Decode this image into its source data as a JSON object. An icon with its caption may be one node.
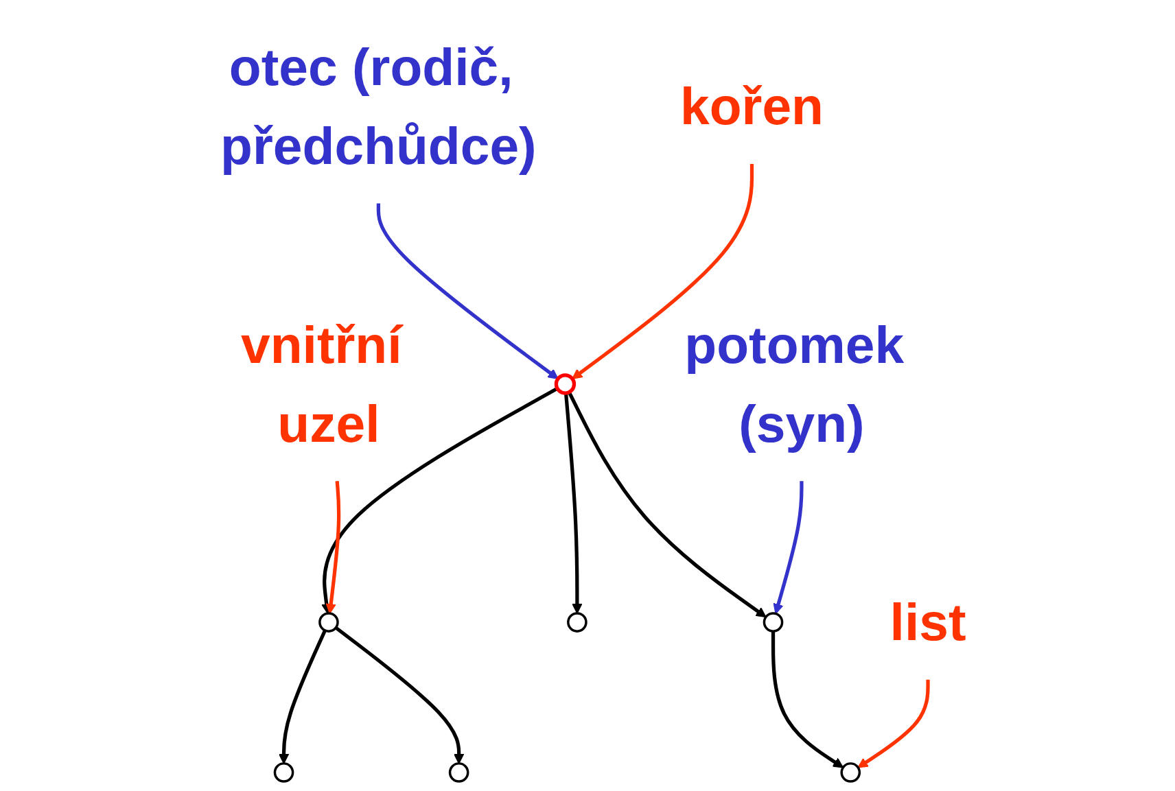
{
  "diagram": {
    "nodes": [
      {
        "text": [
          "otec (rodič, předchůdce)"
        ]
      },
      {
        "text": [],
        "shape": "circle"
      },
      {
        "text": [
          "kořen"
        ]
      },
      {
        "text": [
          "vnitřní uzel"
        ]
      },
      {
        "text": [],
        "shape": "circle"
      },
      {
        "text": [],
        "shape": "circle"
      },
      {
        "text": [],
        "shape": "circle"
      },
      {
        "text": [
          "potomek (syn)"
        ]
      },
      {
        "text": [],
        "shape": "circle"
      },
      {
        "text": [],
        "shape": "circle"
      },
      {
        "text": [
          "list"
        ]
      },
      {
        "text": [],
        "shape": "circle"
      }
    ],
    "edges": [
      {
        "from": 0,
        "to": 1,
        "arrow": "to",
        "color": "#3333cc"
      },
      {
        "from": 2,
        "to": 1,
        "arrow": "to",
        "color": "#ff3300"
      },
      {
        "from": 1,
        "to": 4,
        "arrow": "to"
      },
      {
        "from": 1,
        "to": 5,
        "arrow": "to"
      },
      {
        "from": 1,
        "to": 6,
        "arrow": "to"
      },
      {
        "from": 3,
        "to": 4,
        "arrow": "to",
        "color": "#ff3300"
      },
      {
        "from": 7,
        "to": 6,
        "arrow": "to",
        "color": "#3333cc"
      },
      {
        "from": 4,
        "to": 8,
        "arrow": "to"
      },
      {
        "from": 4,
        "to": 9,
        "arrow": "to"
      },
      {
        "from": 6,
        "to": 11,
        "arrow": "to"
      },
      {
        "from": 10,
        "to": 11,
        "arrow": "to",
        "color": "#ff3300"
      }
    ]
  }
}
